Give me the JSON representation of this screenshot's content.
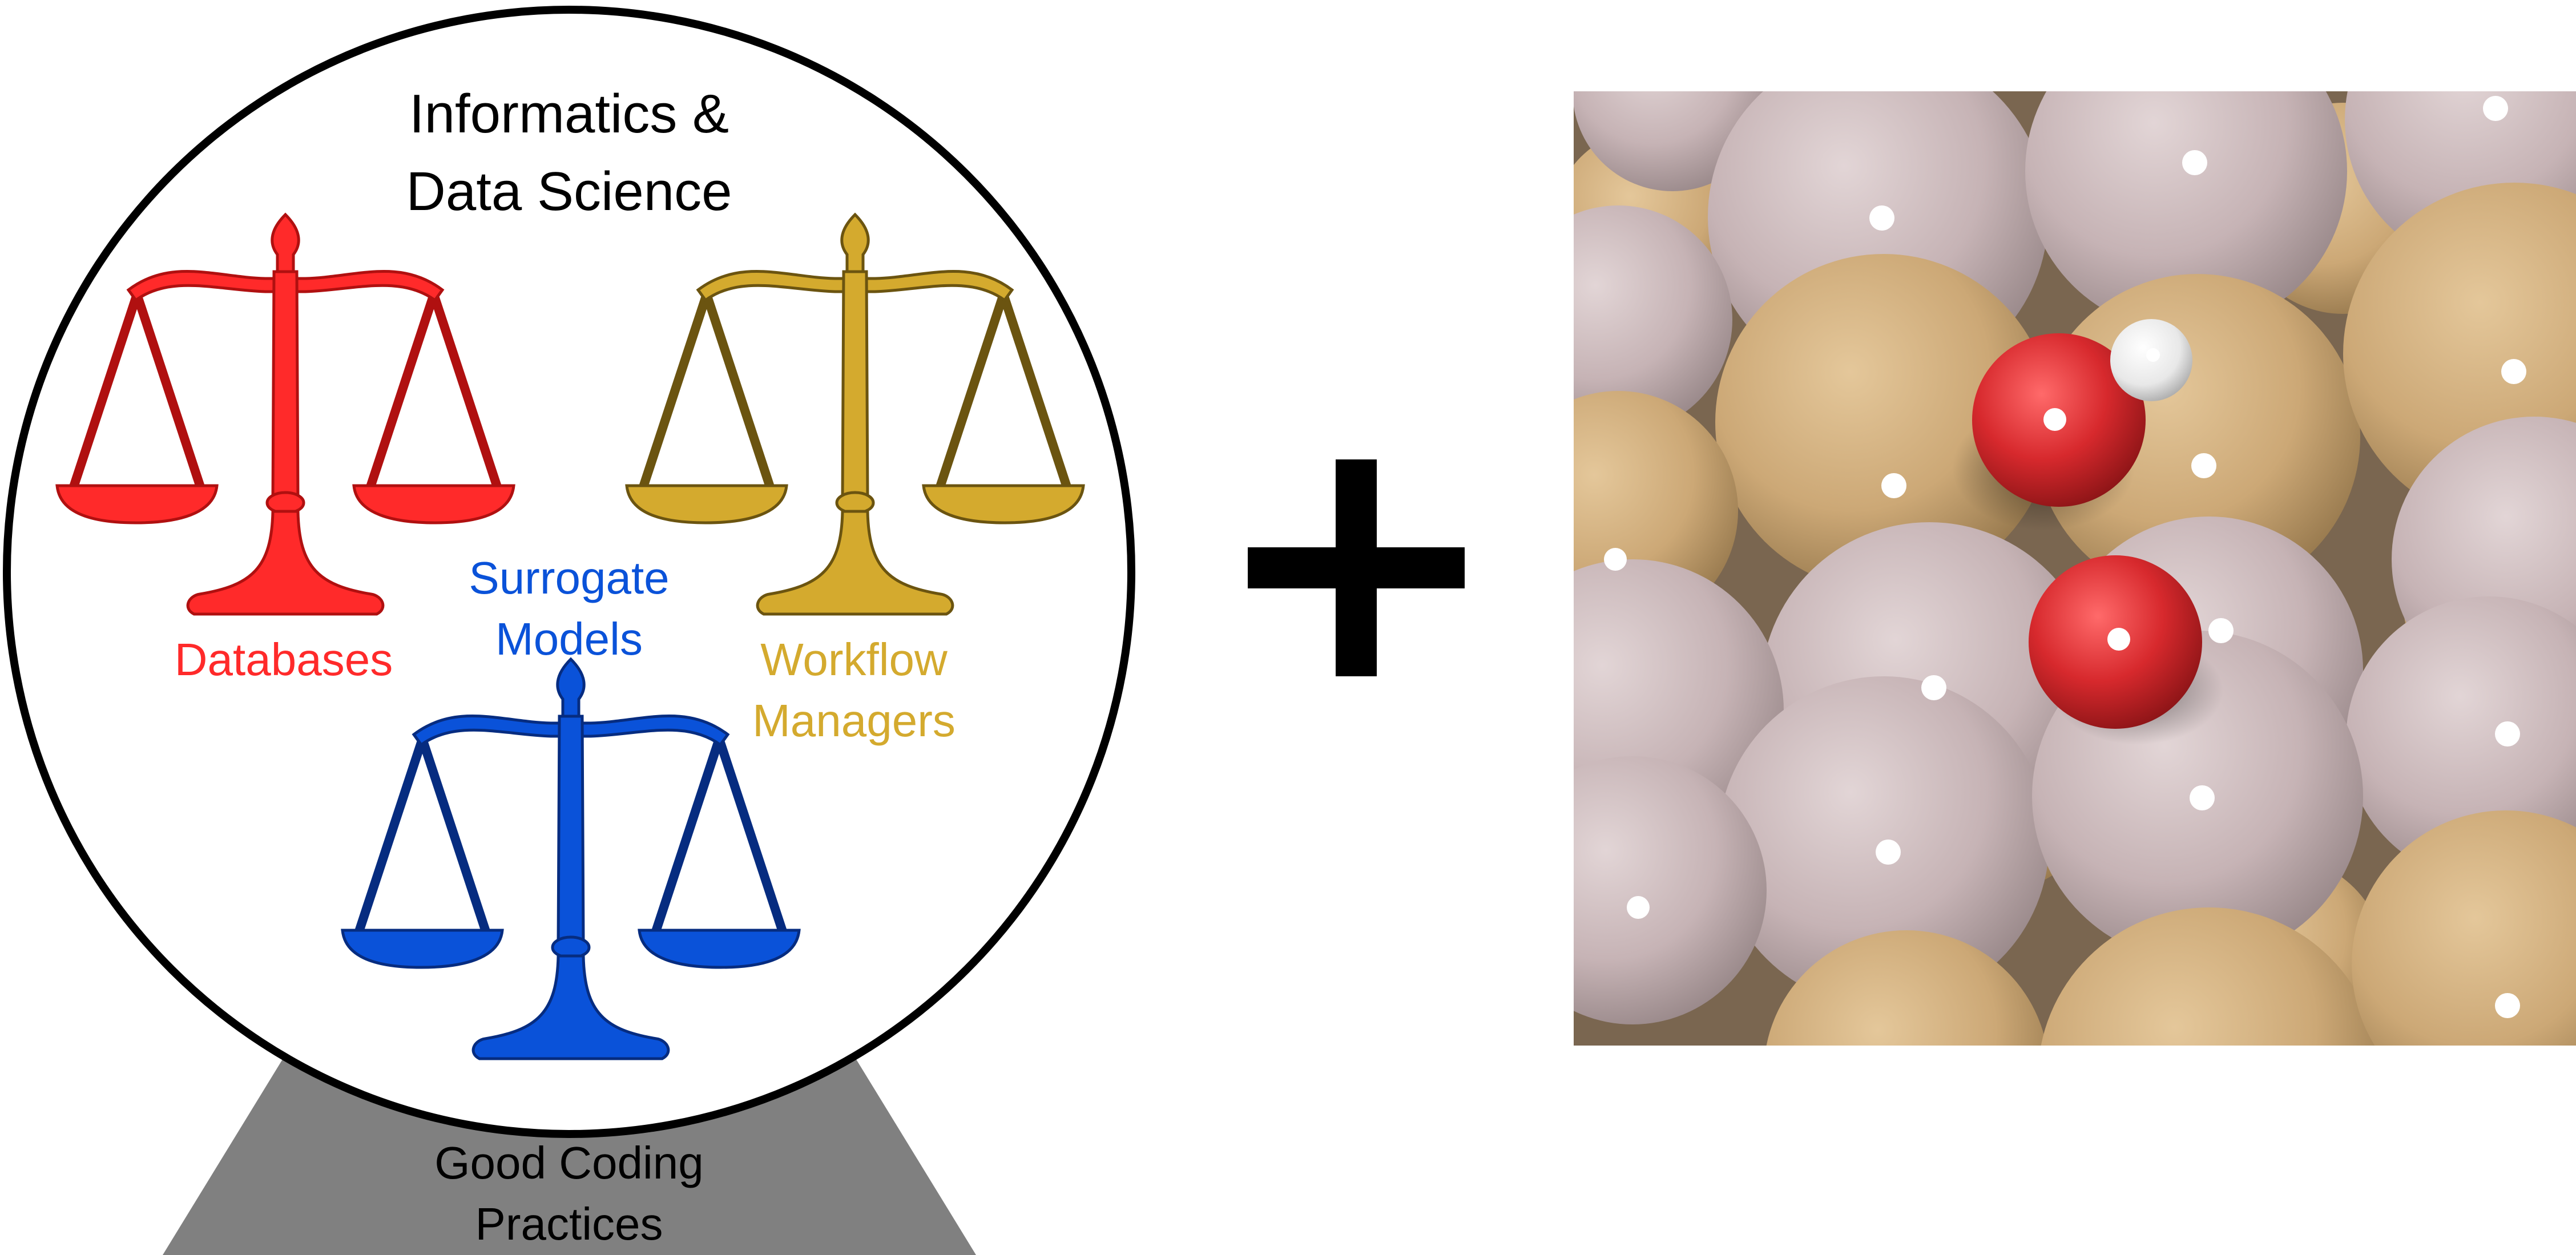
{
  "left_panel": {
    "title_line1": "Informatics &",
    "title_line2": "Data Science",
    "databases": {
      "label": "Databases",
      "color": "#ff2a2a",
      "dark": "#b01010"
    },
    "workflow": {
      "label_line1": "Workflow",
      "label_line2": "Managers",
      "color": "#d4aa2e",
      "dark": "#6b5410"
    },
    "surrogate": {
      "label_line1": "Surrogate",
      "label_line2": "Models",
      "color": "#0a52d9",
      "dark": "#062c80"
    },
    "foundation": {
      "label_line1": "Good Coding",
      "label_line2": "Practices",
      "color": "#808080"
    }
  },
  "plus_sign": {
    "icon": "plus-icon",
    "color": "#000000"
  },
  "right_panel": {
    "icon": "surface-adsorbate-render",
    "colors": {
      "gray_atom": "#c6b3b5",
      "gold_atom": "#cca876",
      "oxygen": "#d7292d",
      "hydrogen": "#e8e8e8",
      "background": "#7a6650"
    }
  }
}
